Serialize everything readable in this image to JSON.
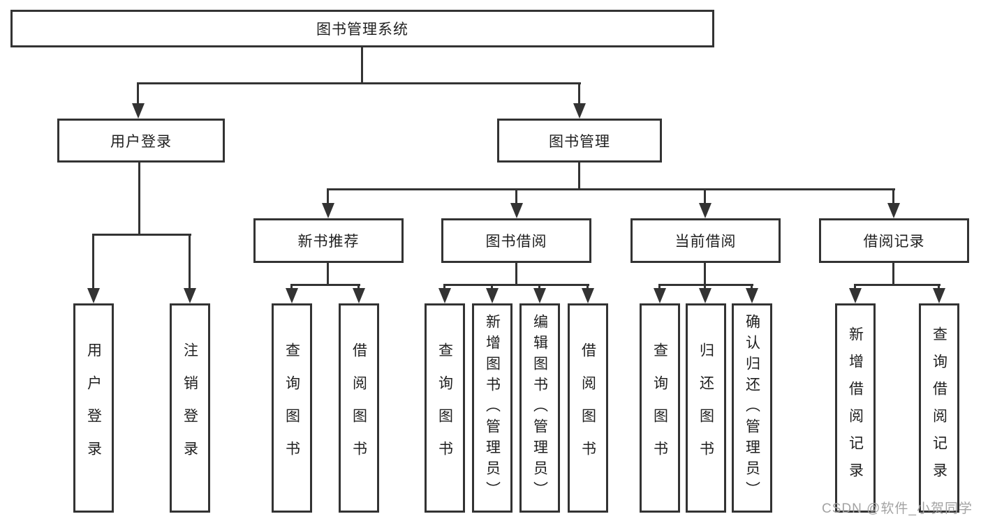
{
  "watermark": "CSDN @软件_小贺同学",
  "colors": {
    "line": "#333333",
    "box_border": "#333333",
    "box_fill": "#ffffff",
    "text": "#1f1f1f",
    "watermark": "#a3a3a3",
    "background": "#ffffff"
  },
  "tree": {
    "root": {
      "label": "图书管理系统",
      "children": [
        {
          "label": "用户登录",
          "children": [
            {
              "label": "用户登录"
            },
            {
              "label": "注销登录"
            }
          ]
        },
        {
          "label": "图书管理",
          "children": [
            {
              "label": "新书推荐",
              "children": [
                {
                  "label": "查询图书"
                },
                {
                  "label": "借阅图书"
                }
              ]
            },
            {
              "label": "图书借阅",
              "children": [
                {
                  "label": "查询图书"
                },
                {
                  "label": "新增图书（管理员）"
                },
                {
                  "label": "编辑图书（管理员）"
                },
                {
                  "label": "借阅图书"
                }
              ]
            },
            {
              "label": "当前借阅",
              "children": [
                {
                  "label": "查询图书"
                },
                {
                  "label": "归还图书"
                },
                {
                  "label": "确认归还（管理员）"
                }
              ]
            },
            {
              "label": "借阅记录",
              "children": [
                {
                  "label": "新增借阅记录"
                },
                {
                  "label": "查询借阅记录"
                }
              ]
            }
          ]
        }
      ]
    }
  }
}
